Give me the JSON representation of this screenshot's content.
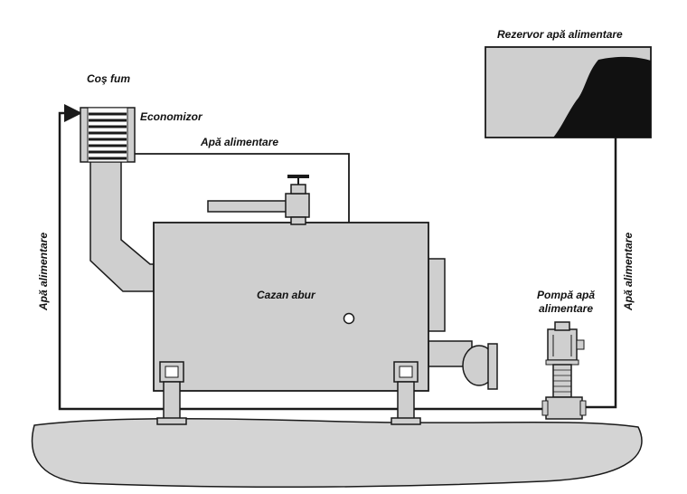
{
  "labels": {
    "chimney": "Coş fum",
    "economizer": "Economizor",
    "feed_water_top": "Apă alimentare",
    "feed_water_left": "Apă alimentare",
    "feed_water_right": "Apă alimentare",
    "tank": "Rezervor apă alimentare",
    "boiler": "Cazan abur",
    "pump_line1": "Pompă apă",
    "pump_line2": "alimentare"
  },
  "colors": {
    "equipment_fill": "#cfcfcf",
    "ground_fill": "#d4d4d4",
    "outline": "#1a1a1a",
    "pipe": "#1a1a1a",
    "tank_water": "#111111"
  }
}
